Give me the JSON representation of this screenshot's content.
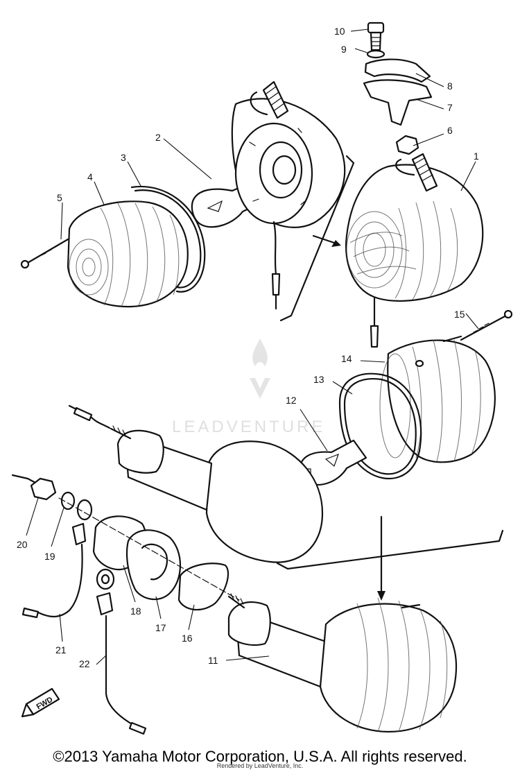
{
  "diagram": {
    "callouts": [
      {
        "id": "1",
        "label": "1"
      },
      {
        "id": "2",
        "label": "2"
      },
      {
        "id": "3",
        "label": "3"
      },
      {
        "id": "4",
        "label": "4"
      },
      {
        "id": "5",
        "label": "5"
      },
      {
        "id": "6",
        "label": "6"
      },
      {
        "id": "7",
        "label": "7"
      },
      {
        "id": "8",
        "label": "8"
      },
      {
        "id": "9",
        "label": "9"
      },
      {
        "id": "10",
        "label": "10"
      },
      {
        "id": "11",
        "label": "11"
      },
      {
        "id": "12",
        "label": "12"
      },
      {
        "id": "13",
        "label": "13"
      },
      {
        "id": "14",
        "label": "14"
      },
      {
        "id": "15",
        "label": "15"
      },
      {
        "id": "16",
        "label": "16"
      },
      {
        "id": "17",
        "label": "17"
      },
      {
        "id": "18",
        "label": "18"
      },
      {
        "id": "19",
        "label": "19"
      },
      {
        "id": "20",
        "label": "20"
      },
      {
        "id": "21",
        "label": "21"
      },
      {
        "id": "22",
        "label": "22"
      }
    ],
    "direction_badge": "FWD",
    "watermark": "LEADVENTURE"
  },
  "footer": {
    "copyright": "©2013 Yamaha Motor Corporation, U.S.A. All rights reserved.",
    "rendered_by": "Rendered by LeadVenture, Inc."
  }
}
